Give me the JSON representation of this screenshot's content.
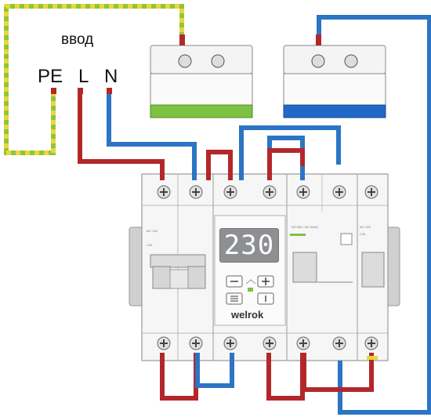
{
  "labels": {
    "vvod": "ввод",
    "pe": "PE",
    "l": "L",
    "n": "N"
  },
  "relay": {
    "display_value": "230",
    "brand": "welrok"
  },
  "module_text": {
    "mcb1_model": "MC 200",
    "mcb1_rating": "C40",
    "rcd_model": "DS 900 / 40/ 30mA",
    "mcb2_model": "MC 200",
    "mcb2_rating": "C16"
  },
  "colors": {
    "phase_wire": "#b3272b",
    "neutral_wire": "#2c74c4",
    "ground_wire_green": "#8dc63f",
    "ground_wire_yellow": "#ecd63a",
    "green_terminal": "#7dc242",
    "blue_terminal": "#2069c8",
    "display_bg": "#8d8f93"
  },
  "icons": [
    "minus-icon",
    "plus-icon",
    "menu-icon",
    "info-icon",
    "led-icon"
  ]
}
